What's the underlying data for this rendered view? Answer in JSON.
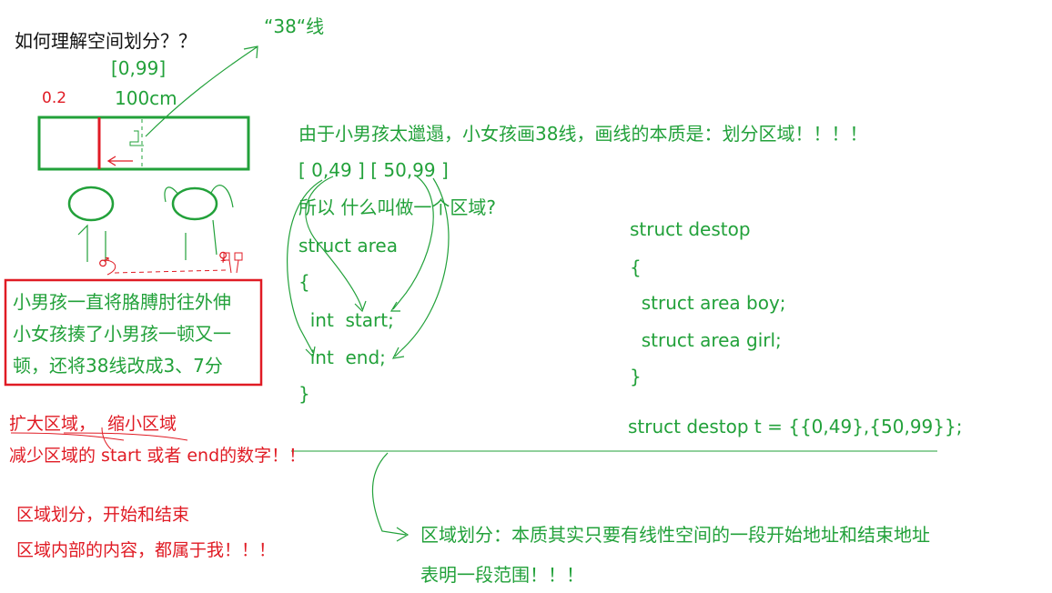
{
  "colors": {
    "green": "#22a13a",
    "red": "#e01b24",
    "text": "#111111"
  },
  "title": "如何理解空间划分？？",
  "line38_label": "“38“线",
  "desk": {
    "range_label": "[0,99]",
    "length_label": "100cm",
    "split_mark": "0.2",
    "boy_mark": "♂",
    "girl_mark": "♀"
  },
  "story_lines": [
    "小男孩一直将胳膊肘往外伸",
    "小女孩揍了小男孩一顿又一",
    "顿，还将38线改成3、7分"
  ],
  "ops": {
    "expand": "扩大区域，",
    "shrink": "缩小区域",
    "reduce_line": "减少区域的 start 或者 end的数字！！"
  },
  "ownership": {
    "line1": "区域划分，开始和结束",
    "line2": "区域内部的内容，都属于我！！！"
  },
  "explanation": {
    "line1": "由于小男孩太邋遢，小女孩画38线，画线的本质是：划分区域！！！！",
    "line2": "[ 0,49 ]  [ 50,99 ]",
    "line3": "所以 什么叫做一个区域?"
  },
  "struct_area": [
    "struct area",
    "{",
    "  int  start;",
    "  int  end;",
    "}"
  ],
  "struct_desk": [
    "struct destop",
    "{",
    "  struct area boy;",
    "  struct area girl;",
    "}"
  ],
  "init_line": "struct destop t = {{0,49},{50,99}};",
  "conclusion": {
    "line1": "区域划分：本质其实只要有线性空间的一段开始地址和结束地址",
    "line2": "表明一段范围！！！"
  }
}
